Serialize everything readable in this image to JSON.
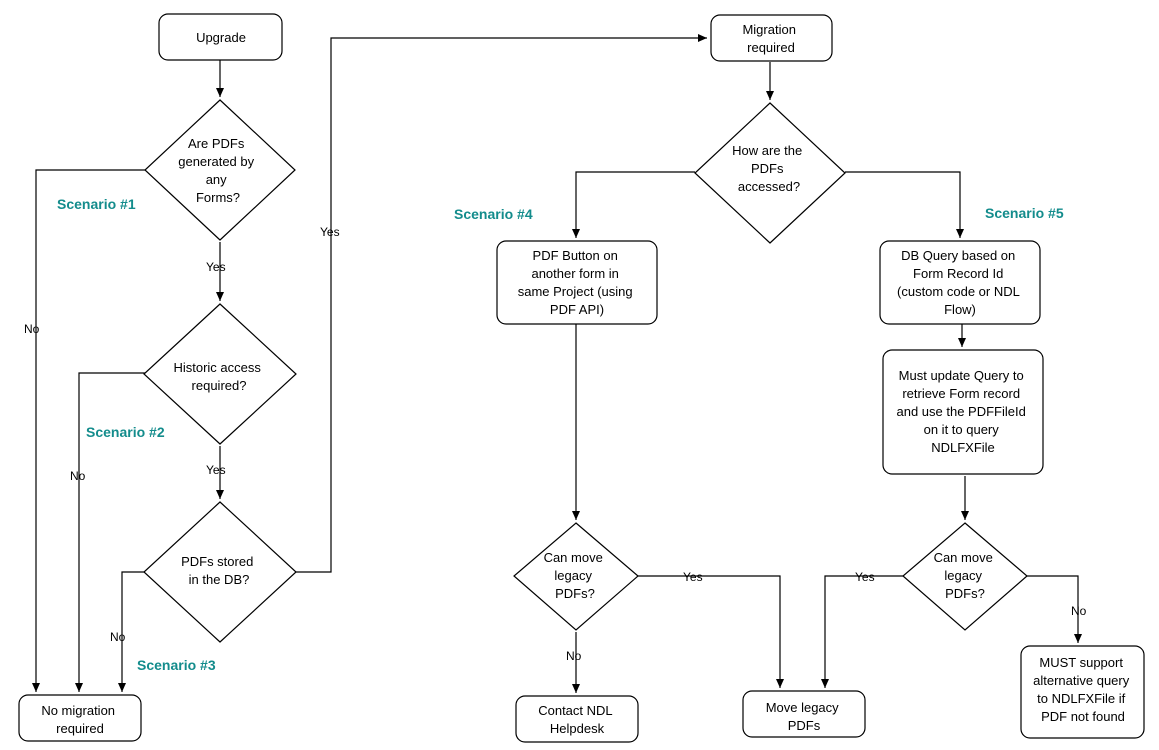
{
  "nodes": {
    "upgrade": {
      "lines": [
        "Upgrade"
      ]
    },
    "q_pdfs_generated": {
      "lines": [
        "Are PDFs",
        "generated by",
        "any",
        "Forms?"
      ]
    },
    "q_historic_access": {
      "lines": [
        "Historic access",
        "required?"
      ]
    },
    "q_pdfs_stored": {
      "lines": [
        "PDFs stored",
        "in the DB?"
      ]
    },
    "no_migration": {
      "lines": [
        "No migration",
        "required"
      ]
    },
    "migration_required": {
      "lines": [
        "Migration",
        "required"
      ]
    },
    "q_how_accessed": {
      "lines": [
        "How are the",
        "PDFs",
        "accessed?"
      ]
    },
    "pdf_button": {
      "lines": [
        "PDF Button on",
        "another form in",
        "same Project (using",
        "PDF API)"
      ]
    },
    "db_query": {
      "lines": [
        "DB Query based on",
        "Form Record Id",
        "(custom code or NDL",
        "Flow)"
      ]
    },
    "must_update_query": {
      "lines": [
        "Must update Query to",
        "retrieve Form record",
        "and use the PDFFileId",
        "on it to query",
        "NDLFXFile"
      ]
    },
    "q_can_move_left": {
      "lines": [
        "Can move",
        "legacy",
        "PDFs?"
      ]
    },
    "q_can_move_right": {
      "lines": [
        "Can move",
        "legacy",
        "PDFs?"
      ]
    },
    "contact_helpdesk": {
      "lines": [
        "Contact NDL",
        "Helpdesk"
      ]
    },
    "move_legacy": {
      "lines": [
        "Move legacy",
        "PDFs"
      ]
    },
    "must_support": {
      "lines": [
        "MUST support",
        "alternative query",
        "to NDLFXFile if",
        "PDF not found"
      ]
    }
  },
  "edge_labels": {
    "yes_1": "Yes",
    "no_1": "No",
    "yes_2": "Yes",
    "no_2": "No",
    "yes_3": "Yes",
    "no_3": "No",
    "no_4": "No",
    "yes_4": "Yes",
    "yes_5": "Yes",
    "no_5": "No"
  },
  "scenarios": {
    "s1": "Scenario #1",
    "s2": "Scenario #2",
    "s3": "Scenario #3",
    "s4": "Scenario #4",
    "s5": "Scenario #5"
  }
}
